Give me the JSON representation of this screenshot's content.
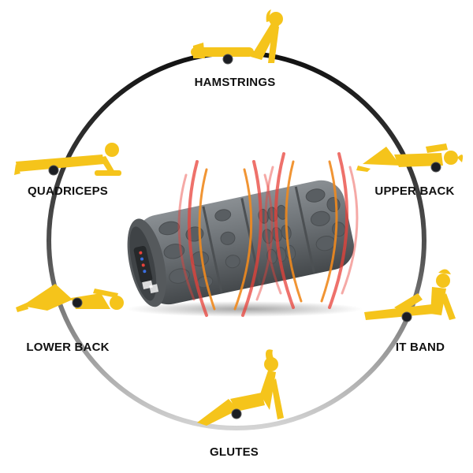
{
  "areas": [
    {
      "id": "hamstrings",
      "label": "HAMSTRINGS"
    },
    {
      "id": "quadriceps",
      "label": "QUADRICEPS"
    },
    {
      "id": "upper-back",
      "label": "UPPER BACK"
    },
    {
      "id": "lower-back",
      "label": "LOWER BACK"
    },
    {
      "id": "it-band",
      "label": "IT BAND"
    },
    {
      "id": "glutes",
      "label": "GLUTES"
    }
  ],
  "colors": {
    "figure": "#f5c41b",
    "roller": "#6f7478",
    "roller_dark": "#4e5357",
    "heat_inner": "#f08a1e",
    "heat_outer": "#e8413a",
    "ring_dark": "#111111",
    "ring_light": "#cfcfcf"
  }
}
